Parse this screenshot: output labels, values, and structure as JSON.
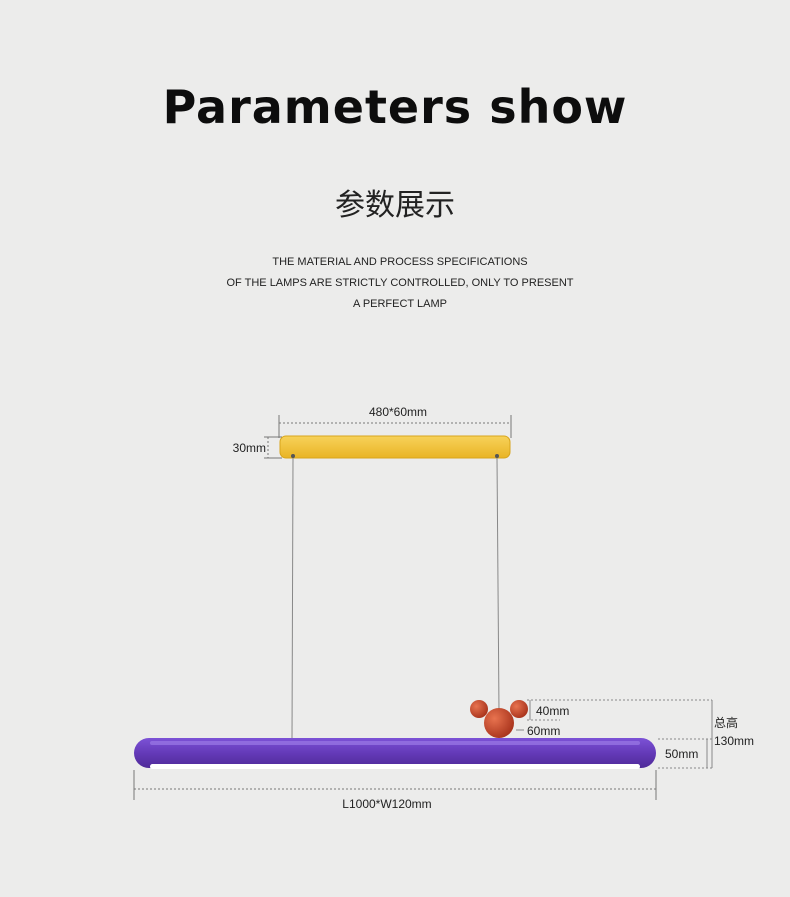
{
  "title": "Parameters show",
  "subtitle": "参数展示",
  "description": [
    "THE MATERIAL AND PROCESS SPECIFICATIONS",
    "OF THE LAMPS ARE STRICTLY CONTROLLED, ONLY TO PRESENT",
    "A PERFECT LAMP"
  ],
  "dimensions": {
    "canopy_size": "480*60mm",
    "canopy_height": "30mm",
    "ear_size": "40mm",
    "head_size": "60mm",
    "body_height": "50mm",
    "total_label": "总高",
    "total_height": "130mm",
    "body_size": "L1000*W120mm"
  },
  "colors": {
    "background": "#ececeb",
    "canopy": "#f2c233",
    "body": "#6a3fbf",
    "ornament": "#c7472a",
    "light_strip": "#ffffff"
  }
}
